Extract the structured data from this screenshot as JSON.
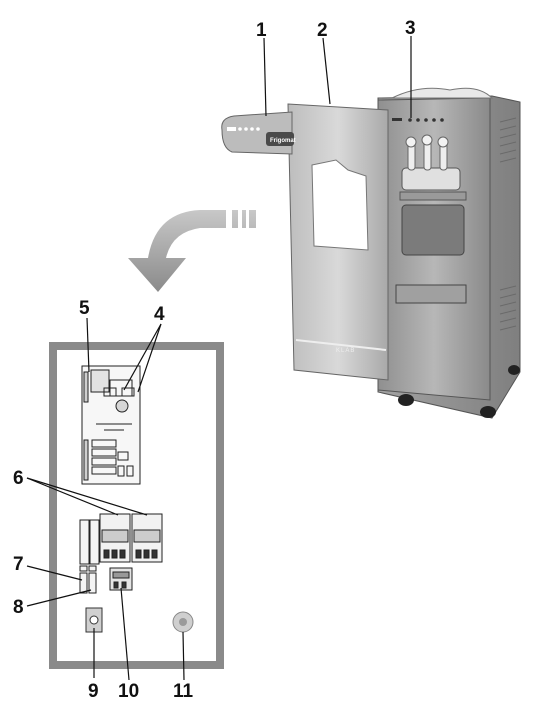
{
  "figure": {
    "brand_text": "Frigomat",
    "side_panel_mark": "KLAB",
    "callouts": [
      {
        "id": "1",
        "label": "1"
      },
      {
        "id": "2",
        "label": "2"
      },
      {
        "id": "3",
        "label": "3"
      },
      {
        "id": "4",
        "label": "4"
      },
      {
        "id": "5",
        "label": "5"
      },
      {
        "id": "6",
        "label": "6"
      },
      {
        "id": "7",
        "label": "7"
      },
      {
        "id": "8",
        "label": "8"
      },
      {
        "id": "9",
        "label": "9"
      },
      {
        "id": "10",
        "label": "10"
      },
      {
        "id": "11",
        "label": "11"
      }
    ]
  },
  "colors": {
    "steel_light": "#c9c9c9",
    "steel_mid": "#9e9e9e",
    "steel_dark": "#6e6e6e",
    "panel_frame": "#8a8a8a",
    "arrow_gray": "#9a9a9a"
  }
}
